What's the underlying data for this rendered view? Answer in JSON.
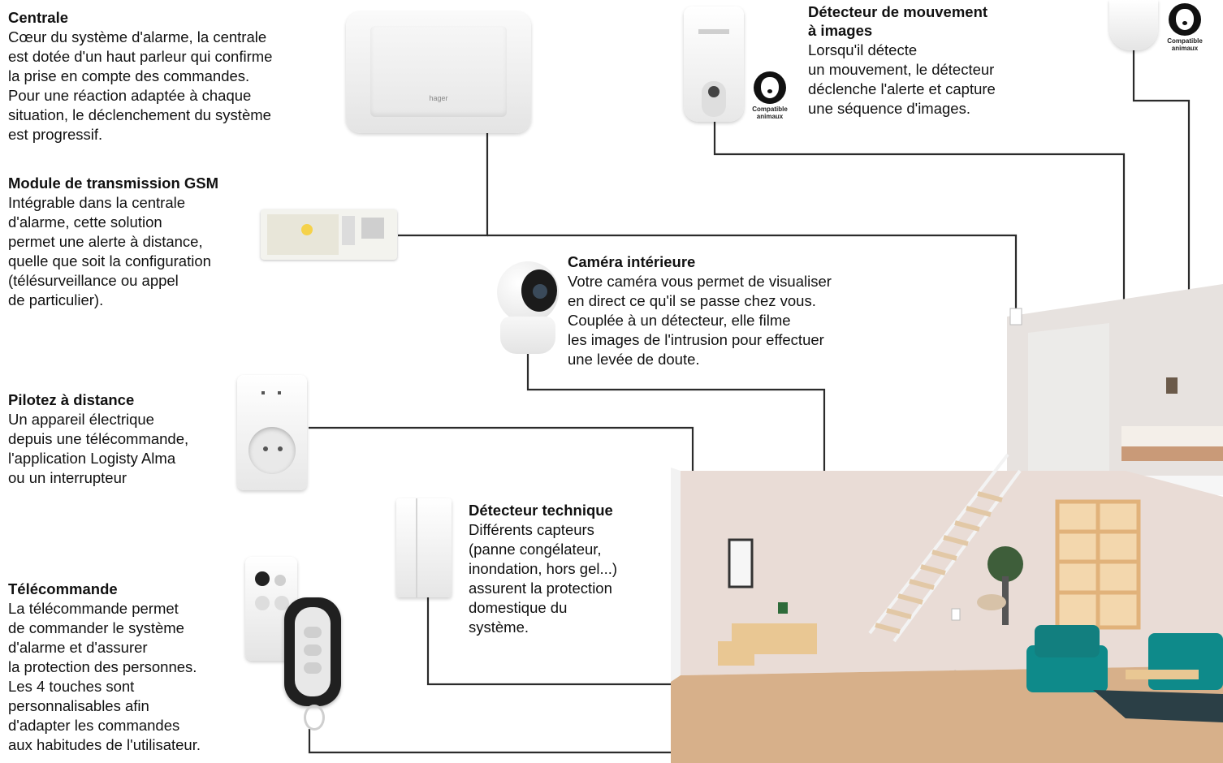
{
  "blocks": {
    "centrale": {
      "title": "Centrale",
      "text": "Cœur du système d'alarme, la centrale\nest dotée d'un haut parleur qui confirme\nla prise en compte des commandes.\nPour une réaction adaptée à chaque\nsituation, le déclenchement du système\nest progressif."
    },
    "gsm": {
      "title": "Module de transmission GSM",
      "text": "Intégrable dans la centrale\nd'alarme, cette solution\npermet une alerte à distance,\nquelle que soit la configuration\n(télésurveillance ou appel\nde particulier)."
    },
    "pilotez": {
      "title": "Pilotez à distance",
      "text": "Un appareil électrique\ndepuis une télécommande,\nl'application Logisty Alma\nou un interrupteur"
    },
    "telecommande": {
      "title": "Télécommande",
      "text": "La télécommande permet\nde commander le système\nd'alarme et d'assurer\nla protection des personnes.\nLes 4 touches sont\npersonnalisables afin\nd'adapter les commandes\naux habitudes de l'utilisateur."
    },
    "camera": {
      "title": "Caméra intérieure",
      "text": "Votre caméra vous permet de visualiser\nen direct ce qu'il se passe chez vous.\nCouplée à un détecteur, elle filme\nles images de l'intrusion pour effectuer\nune levée de doute."
    },
    "technique": {
      "title": "Détecteur technique",
      "text": "Différents capteurs\n(panne congélateur,\ninondation, hors gel...)\nassurent la protection\ndomestique du\nsystème."
    },
    "mouvement": {
      "title": "Détecteur de mouvement\nà images",
      "text": "Lorsqu'il détecte\nun mouvement, le détecteur\ndéclenche l'alerte et capture\nune séquence d'images."
    }
  },
  "badges": {
    "badge1": "Compatible\nanimaux",
    "badge2": "Compatible\nanimaux"
  },
  "centrale_logo": "hager",
  "colors": {
    "wire": "#2b2b2b",
    "device": "#f1f1f1",
    "floor": "#d7b08a",
    "sofa": "#0e8a8a",
    "wood": "#e9c793"
  }
}
